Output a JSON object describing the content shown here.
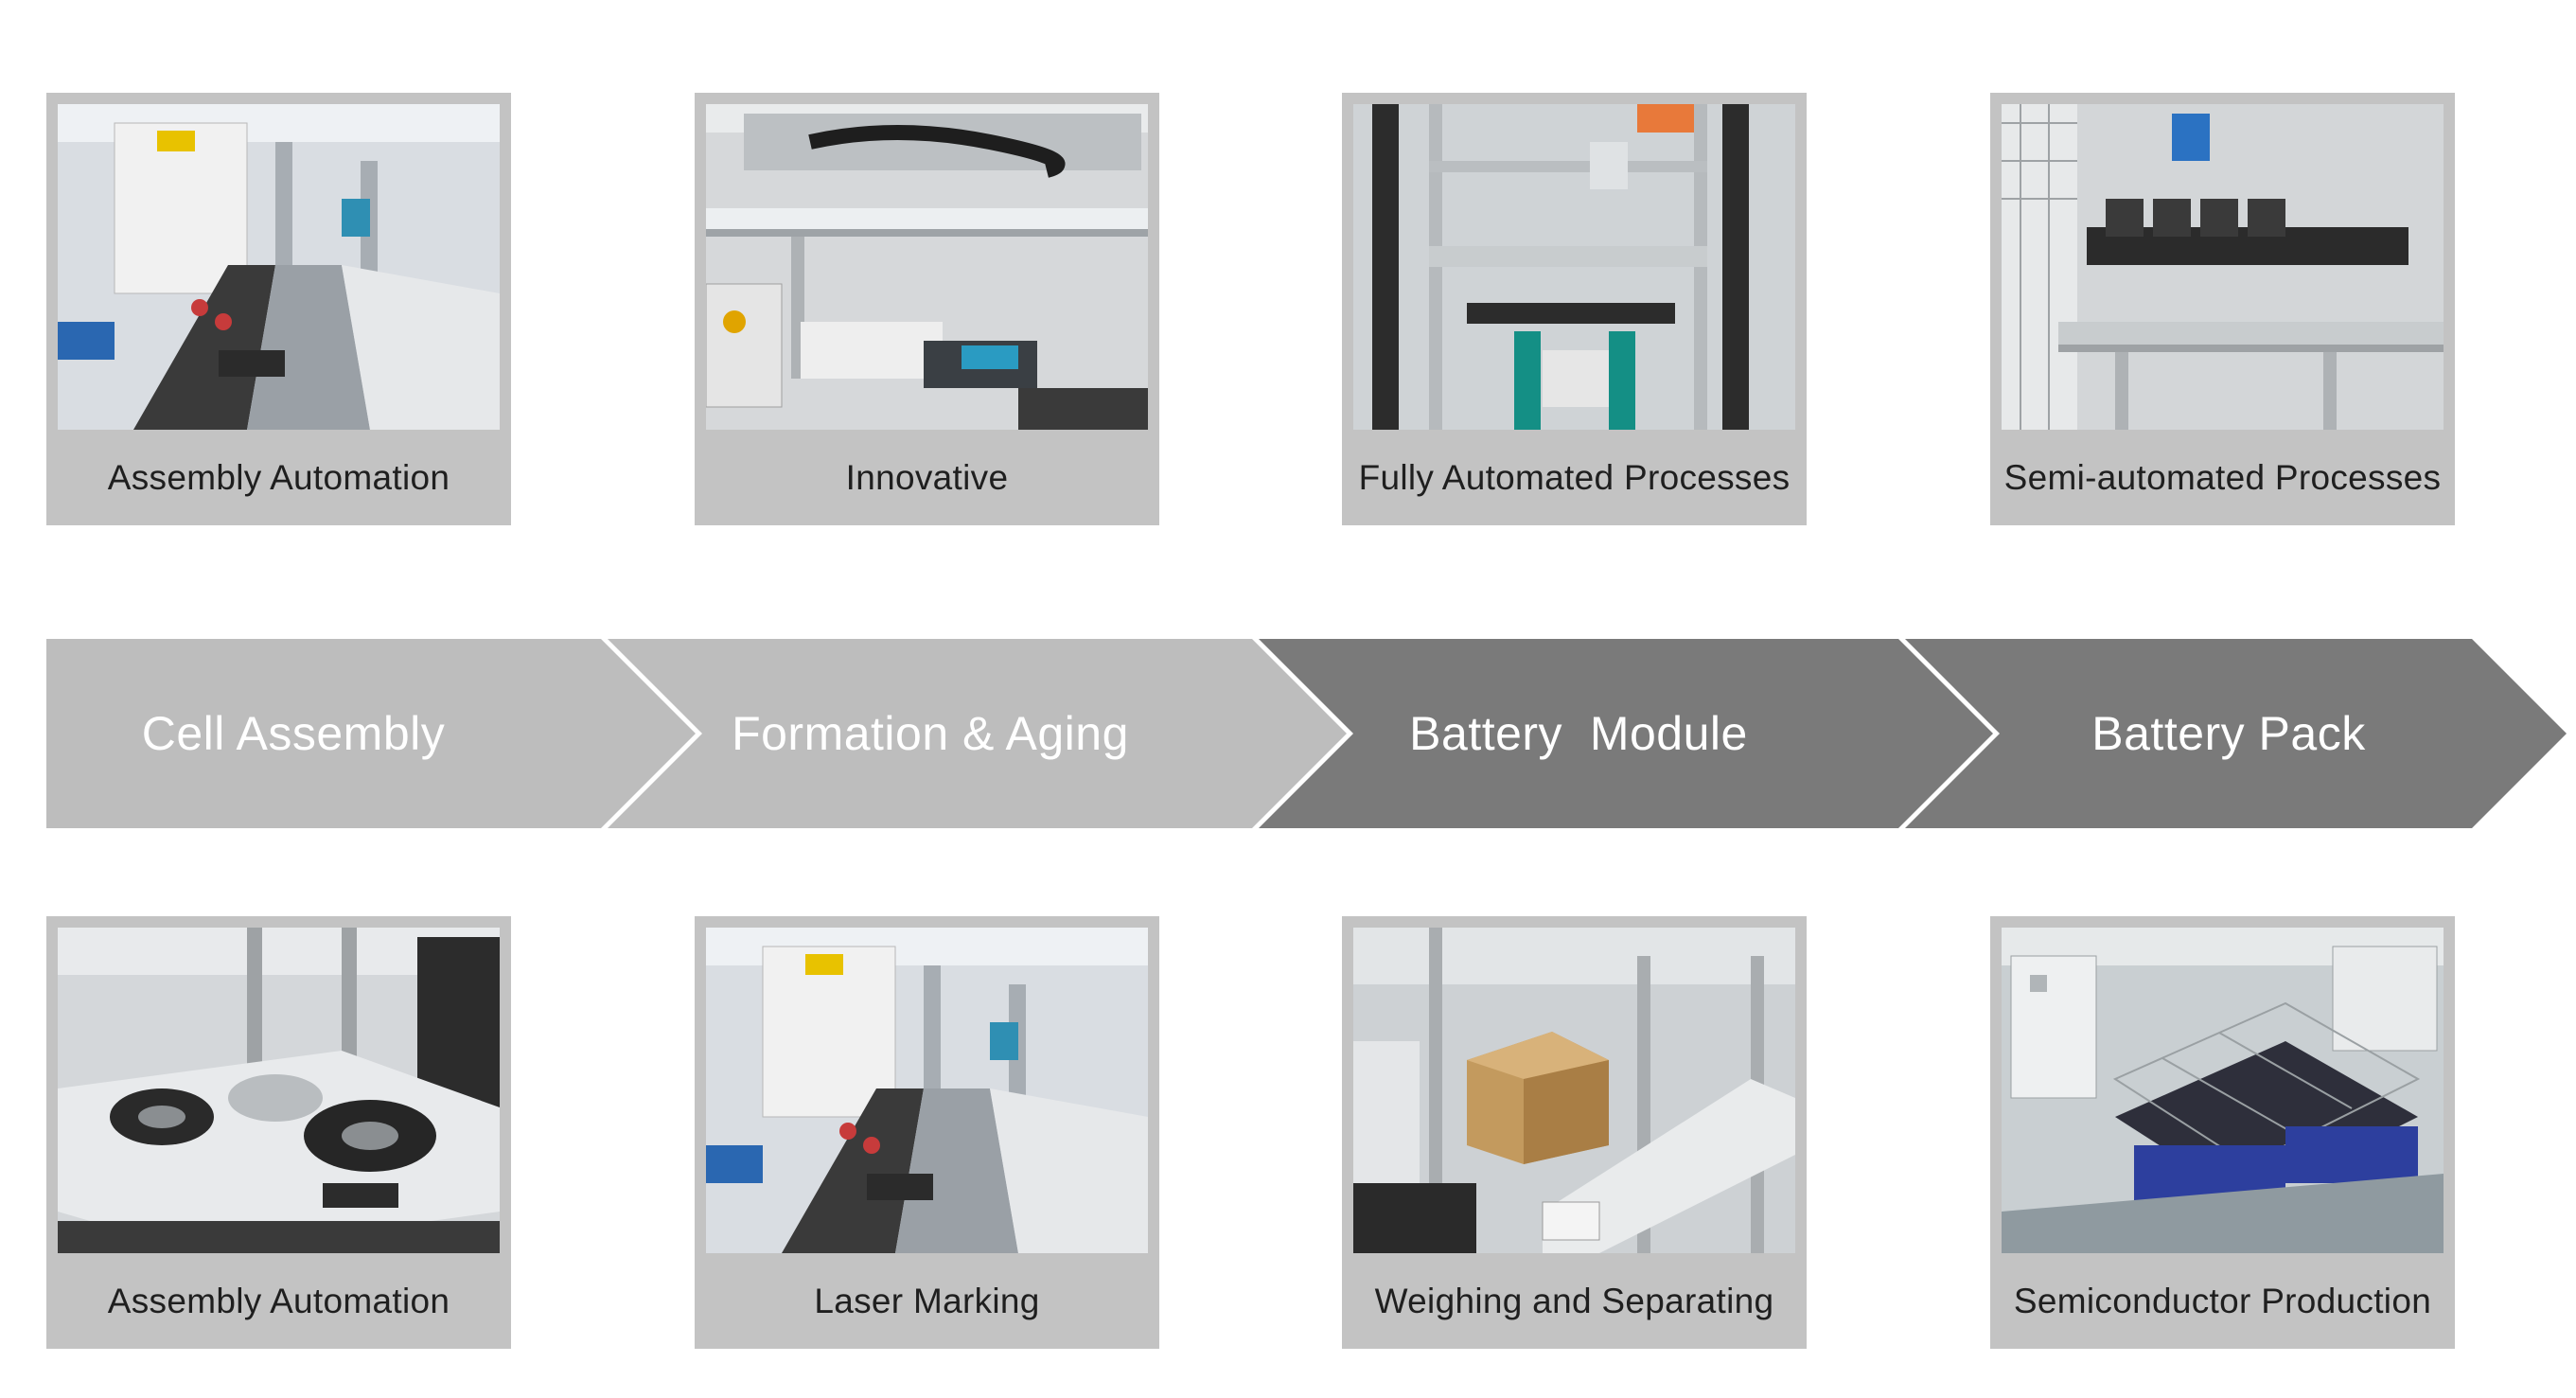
{
  "top_cards": [
    {
      "caption": "Assembly Automation",
      "icon": "assembly-line-photo"
    },
    {
      "caption": "Innovative",
      "icon": "gantry-photo"
    },
    {
      "caption": "Fully Automated Processes",
      "icon": "robot-cell-photo"
    },
    {
      "caption": "Semi-automated Processes",
      "icon": "conveyor-photo"
    }
  ],
  "process_steps": [
    {
      "label": "Cell Assembly",
      "tone": "#bdbdbd"
    },
    {
      "label": "Formation & Aging",
      "tone": "#bdbdbd"
    },
    {
      "label": "Battery  Module",
      "tone": "#7a7a7a"
    },
    {
      "label": "Battery Pack",
      "tone": "#7a7a7a"
    }
  ],
  "bottom_cards": [
    {
      "caption": "Assembly Automation",
      "icon": "rotary-table-photo"
    },
    {
      "caption": "Laser Marking",
      "icon": "assembly-line-photo"
    },
    {
      "caption": "Weighing and Separating",
      "icon": "box-station-photo"
    },
    {
      "caption": "Semiconductor Production",
      "icon": "solar-panel-photo"
    }
  ],
  "colors": {
    "card_bg": "#c3c3c3",
    "light_step": "#bdbdbd",
    "dark_step": "#7a7a7a",
    "step_text": "#ffffff"
  }
}
